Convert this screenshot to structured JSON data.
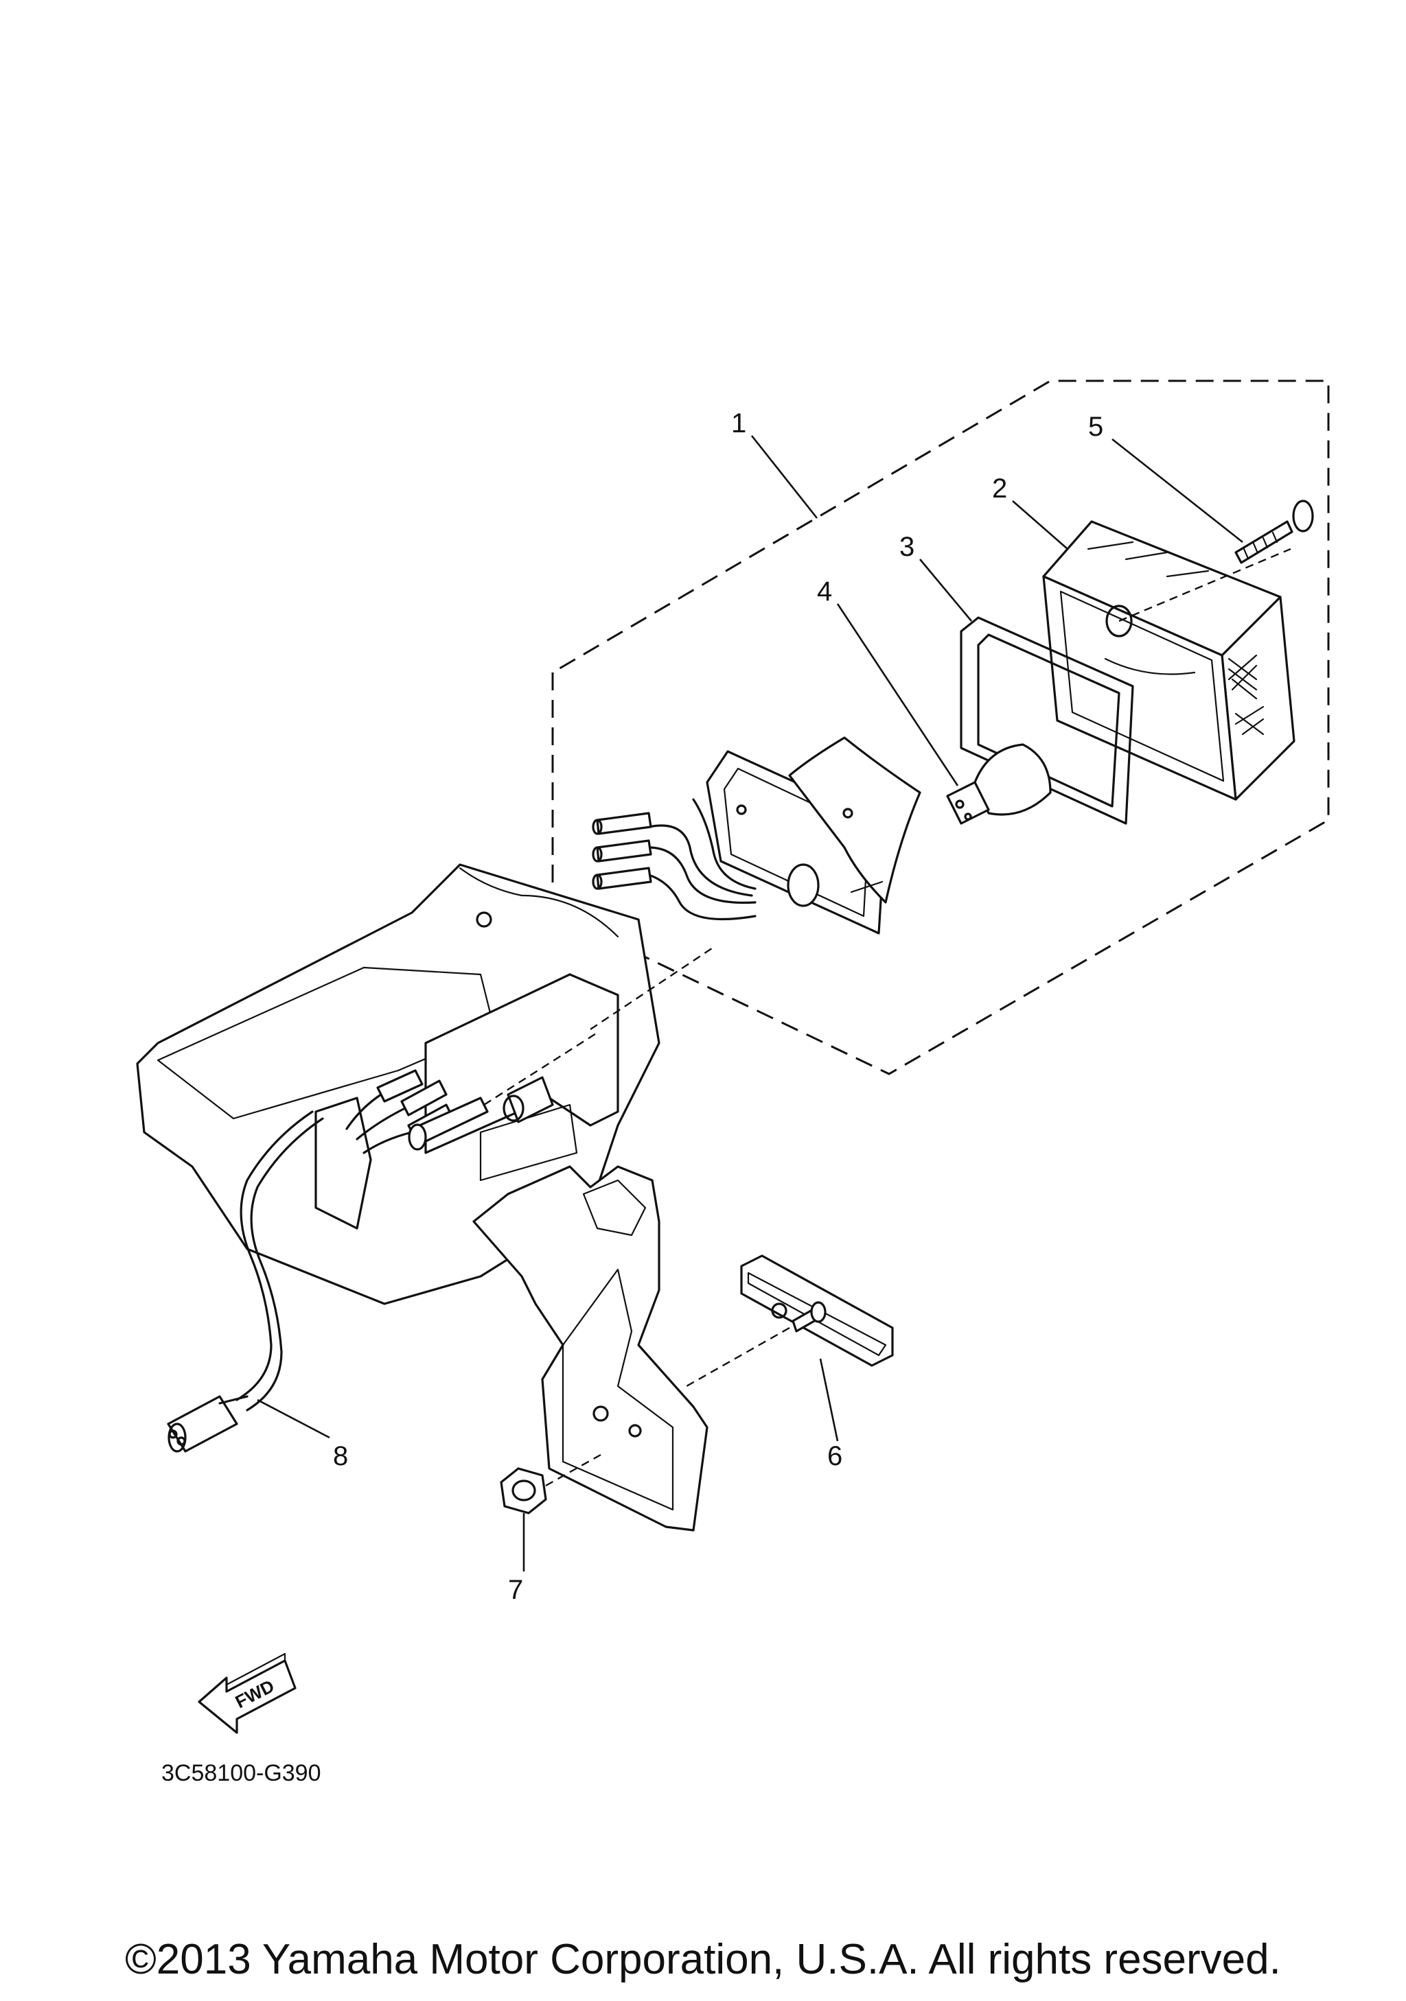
{
  "diagram": {
    "part_code": "3C58100-G390",
    "direction_marker": "FWD",
    "copyright": "©2013 Yamaha Motor Corporation, U.S.A. All rights reserved.",
    "callouts": [
      {
        "id": "1",
        "label": "1"
      },
      {
        "id": "2",
        "label": "2"
      },
      {
        "id": "3",
        "label": "3"
      },
      {
        "id": "4",
        "label": "4"
      },
      {
        "id": "5",
        "label": "5"
      },
      {
        "id": "6",
        "label": "6"
      },
      {
        "id": "7",
        "label": "7"
      },
      {
        "id": "8",
        "label": "8"
      }
    ]
  }
}
